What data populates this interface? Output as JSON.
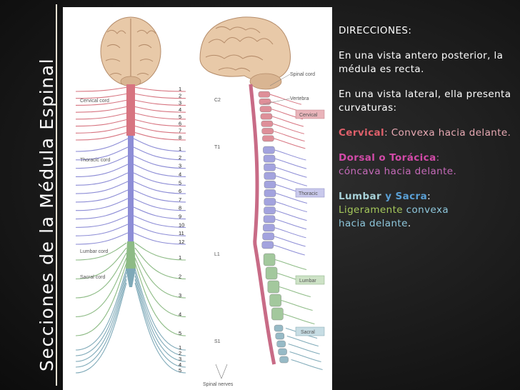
{
  "slide": {
    "title": "Secciones de la Médula Espinal",
    "heading": "DIRECCIONES",
    "colon": ":",
    "p1": "En una vista antero posterior, la médula es recta.",
    "p2": "En una vista lateral, ella presenta curvaturas:",
    "cervical": {
      "term": "Cervical",
      "sep": ":  ",
      "desc": "Convexa hacia delante."
    },
    "dorsal": {
      "term": "Dorsal o Torácica",
      "sep": ":",
      "desc": "cóncava hacia delante."
    },
    "lumbar": {
      "term1": "Lumbar",
      "term2": " y Sacra",
      "sep": ":",
      "w1": "Ligeramente",
      "w2": " convexa",
      "w3": "hacia",
      "w4": " delante",
      "end": "."
    }
  },
  "figure": {
    "labels": {
      "cervical_cord": "Cervical cord",
      "thoracic_cord": "Thoracic cord",
      "lumbar_cord": "Lumbar cord",
      "sacral_cord": "Sacral cord",
      "spinal_cord": "Spinal cord",
      "vertebra": "Vertebra",
      "spinal_nerves": "Spinal nerves",
      "c2": "C2",
      "t1": "T1",
      "l1": "L1",
      "s1": "S1"
    },
    "regions": {
      "cervical": "Cervical",
      "thoracic": "Thoracic",
      "lumbar": "Lumbar",
      "sacral": "Sacral"
    },
    "cervical_levels": [
      "1",
      "2",
      "3",
      "4",
      "5",
      "6",
      "7",
      "8"
    ],
    "thoracic_levels": [
      "1",
      "2",
      "3",
      "4",
      "5",
      "6",
      "7",
      "8",
      "9",
      "10",
      "11",
      "12"
    ],
    "lumbar_levels": [
      "1",
      "2",
      "3",
      "4",
      "5"
    ],
    "sacral_levels": [
      "1",
      "2",
      "3",
      "4",
      "5"
    ],
    "colors": {
      "cervical": "#d77480",
      "thoracic": "#8d8dd6",
      "lumbar": "#8dbb85",
      "sacral": "#7ea9b8",
      "brain": "#e8c9a8"
    }
  }
}
